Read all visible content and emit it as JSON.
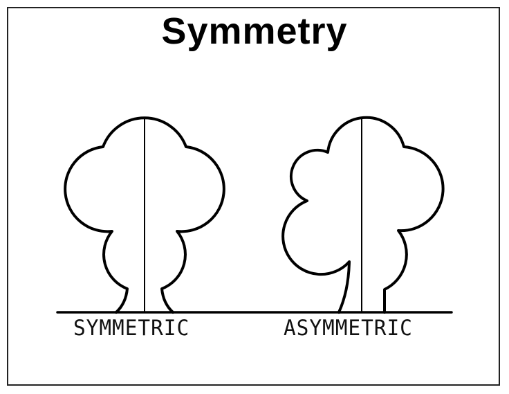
{
  "title": "Symmetry",
  "labels": {
    "symmetric": "SYMMETRIC",
    "asymmetric": "ASYMMETRIC"
  },
  "colors": {
    "stroke": "#000000",
    "background": "#ffffff"
  }
}
